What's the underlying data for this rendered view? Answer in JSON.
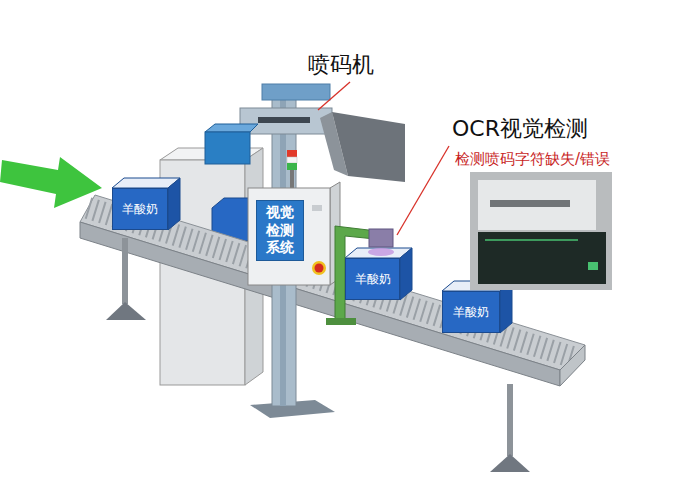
{
  "diagram": {
    "nodes": [
      {
        "text": [
          "羊酸奶"
        ]
      },
      {
        "text": [
          "视觉检测系统"
        ]
      },
      {
        "text": [
          "羊酸奶"
        ]
      },
      {
        "text": [
          "羊酸奶"
        ]
      }
    ],
    "labels": [
      "喷码机",
      "OCR视觉检测",
      "检测喷码字符缺失/错误"
    ]
  }
}
